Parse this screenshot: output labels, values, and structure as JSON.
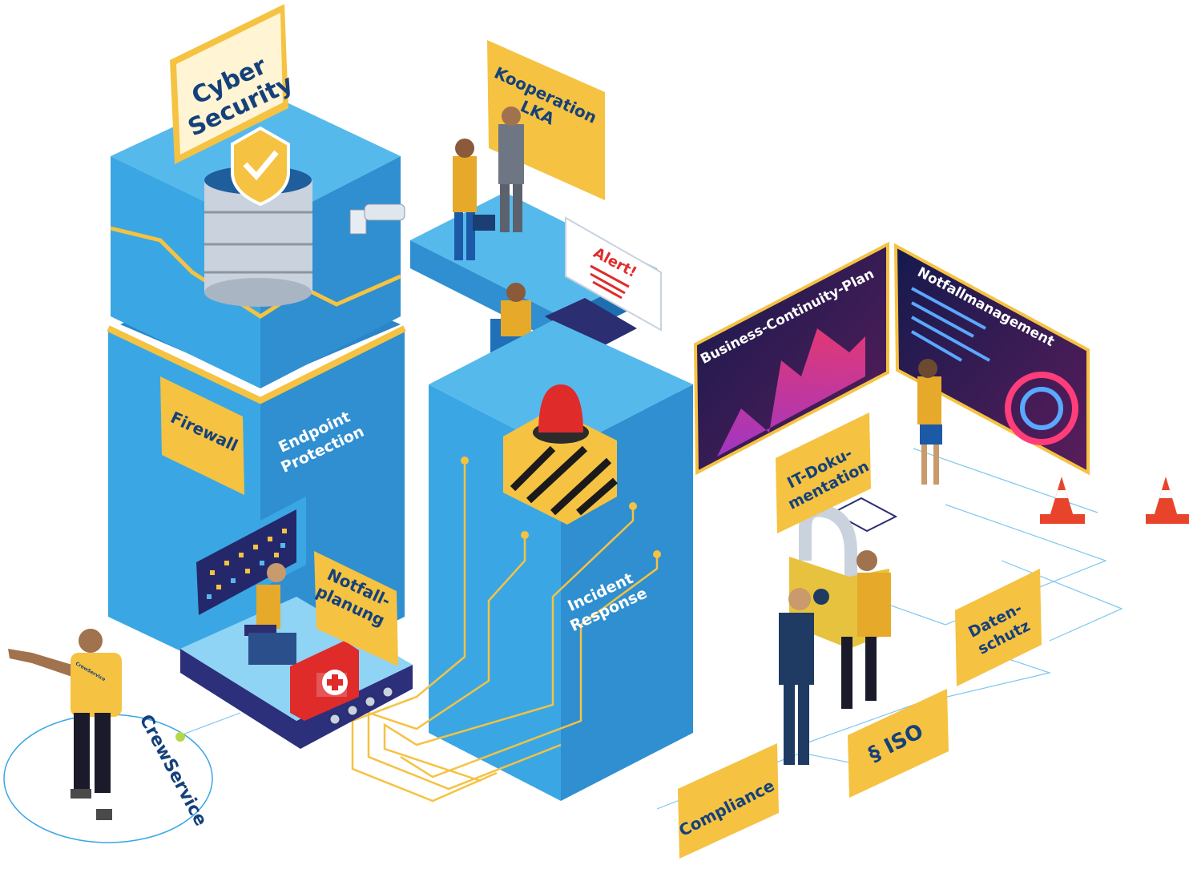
{
  "labels": {
    "cyber_security": "Cyber\nSecurity",
    "kooperation": "Kooperation\nLKA",
    "alert": "Alert!",
    "firewall": "Firewall",
    "endpoint": "Endpoint\nProtection",
    "notfallplanung": "Notfall-\nplanung",
    "incident": "Incident\nResponse",
    "bcp": "Business-Continuity-Plan",
    "notfallmanagement": "Notfallmanagement",
    "it_doku": "IT-Doku-\nmentation",
    "datenschutz": "Daten-\nschutz",
    "iso": "§ ISO",
    "compliance": "Compliance",
    "crewservice": "CrewService",
    "shirt_logo": "CrewService"
  },
  "colors": {
    "tower_light": "#3aa7e4",
    "tower_mid": "#2f8fd0",
    "tower_dark": "#1d6fb0",
    "accent_yellow": "#f5c242",
    "navy_text": "#15417a",
    "alert_red": "#e02b2b",
    "panel_dark": "#1b1f5c",
    "cone_orange": "#e8442c"
  }
}
